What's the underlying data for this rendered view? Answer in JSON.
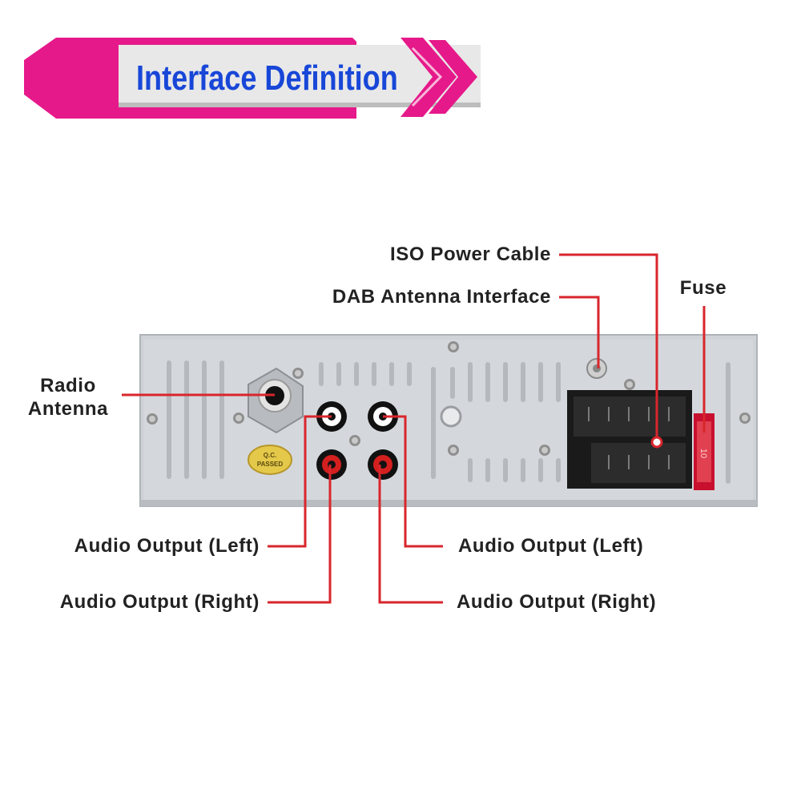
{
  "header": {
    "title": "Interface Definition",
    "colors": {
      "accent": "#e6198a",
      "title": "#1847d8",
      "panel": "#e9e9e9"
    }
  },
  "device": {
    "stamp_line1": "Q.C.",
    "stamp_line2": "PASSED",
    "fuse_text": "10",
    "colors": {
      "faceplate": "#cfd3d8",
      "leader": "#d8262c",
      "rca_red": "#d41f1f",
      "connector": "#1a1a1a"
    }
  },
  "labels": {
    "iso_power_cable": "ISO Power Cable",
    "dab_antenna": "DAB Antenna Interface",
    "fuse": "Fuse",
    "radio_antenna_line1": "Radio",
    "radio_antenna_line2": "Antenna",
    "audio_left_l": "Audio Output (Left)",
    "audio_right_l": "Audio Output (Right)",
    "audio_left_r": "Audio Output (Left)",
    "audio_right_r": "Audio Output (Right)"
  }
}
